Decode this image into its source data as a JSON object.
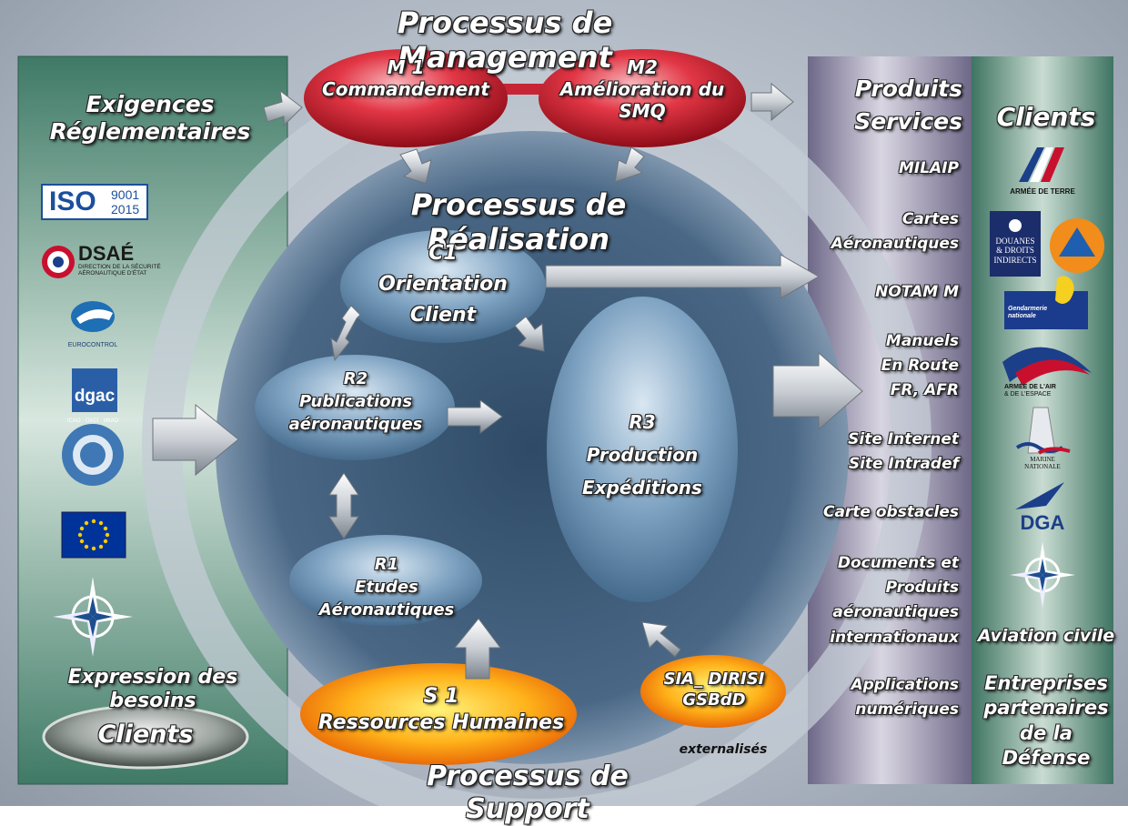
{
  "titles": {
    "management": "Processus de Management",
    "realisation": "Processus de Réalisation",
    "support": "Processus de Support"
  },
  "left_panel": {
    "title_line1": "Exigences",
    "title_line2": "Réglementaires",
    "expression": "Expression des besoins",
    "clients_button": "Clients",
    "logos": {
      "iso": {
        "text": "ISO",
        "num1": "9001",
        "num2": "2015"
      },
      "dsae": {
        "text": "DSAÉ",
        "sub1": "DIRECTION DE LA SÉCURITÉ",
        "sub2": "AÉRONAUTIQUE D'ÉTAT"
      },
      "eurocontrol": {
        "text": "EUROCONTROL"
      },
      "dgac": {
        "text": "dgac"
      },
      "icao": {
        "text": "ICAO · OACI · ИКАО"
      }
    }
  },
  "processes": {
    "m1": {
      "code": "M 1",
      "label": "Commandement"
    },
    "m2": {
      "code": "M2",
      "label": "Amélioration du SMQ"
    },
    "c1": {
      "code": "C1",
      "line1": "Orientation",
      "line2": "Client"
    },
    "r2": {
      "code": "R2",
      "line1": "Publications",
      "line2": "aéronautiques"
    },
    "r1": {
      "code": "R1",
      "label": "Etudes Aéronautiques"
    },
    "r3": {
      "code": "R3",
      "line1": "Production",
      "line2": "Expéditions"
    },
    "s1": {
      "code": "S 1",
      "label": "Ressources Humaines"
    },
    "sia": {
      "line1": "SIA_ DIRISI",
      "line2": "GSBdD"
    },
    "externalises": "externalisés"
  },
  "products_panel": {
    "title1": "Produits",
    "title2": "Services",
    "items": [
      [
        "MILAIP"
      ],
      [
        "Cartes",
        "Aéronautiques"
      ],
      [
        "NOTAM M"
      ],
      [
        "Manuels",
        "En Route",
        "FR, AFR"
      ],
      [
        "Site Internet",
        "Site Intradef"
      ],
      [
        "Carte obstacles"
      ],
      [
        "Documents et",
        "Produits",
        "aéronautiques",
        "internationaux"
      ],
      [
        "Applications",
        "numériques"
      ]
    ]
  },
  "clients_panel": {
    "title": "Clients",
    "logos": {
      "armee_terre": "ARMÉE DE TERRE",
      "douanes": [
        "DOUANES",
        "& DROITS",
        "INDIRECTS"
      ],
      "gendarmerie": [
        "Gendarmerie",
        "nationale"
      ],
      "armee_air": [
        "ARMÉE DE L'AIR",
        "& DE L'ESPACE"
      ],
      "marine": [
        "MARINE",
        "NATIONALE"
      ],
      "dga": "DGA"
    },
    "aviation_civile": "Aviation civile",
    "entreprises": [
      "Entreprises",
      "partenaires",
      "de la Défense"
    ]
  }
}
